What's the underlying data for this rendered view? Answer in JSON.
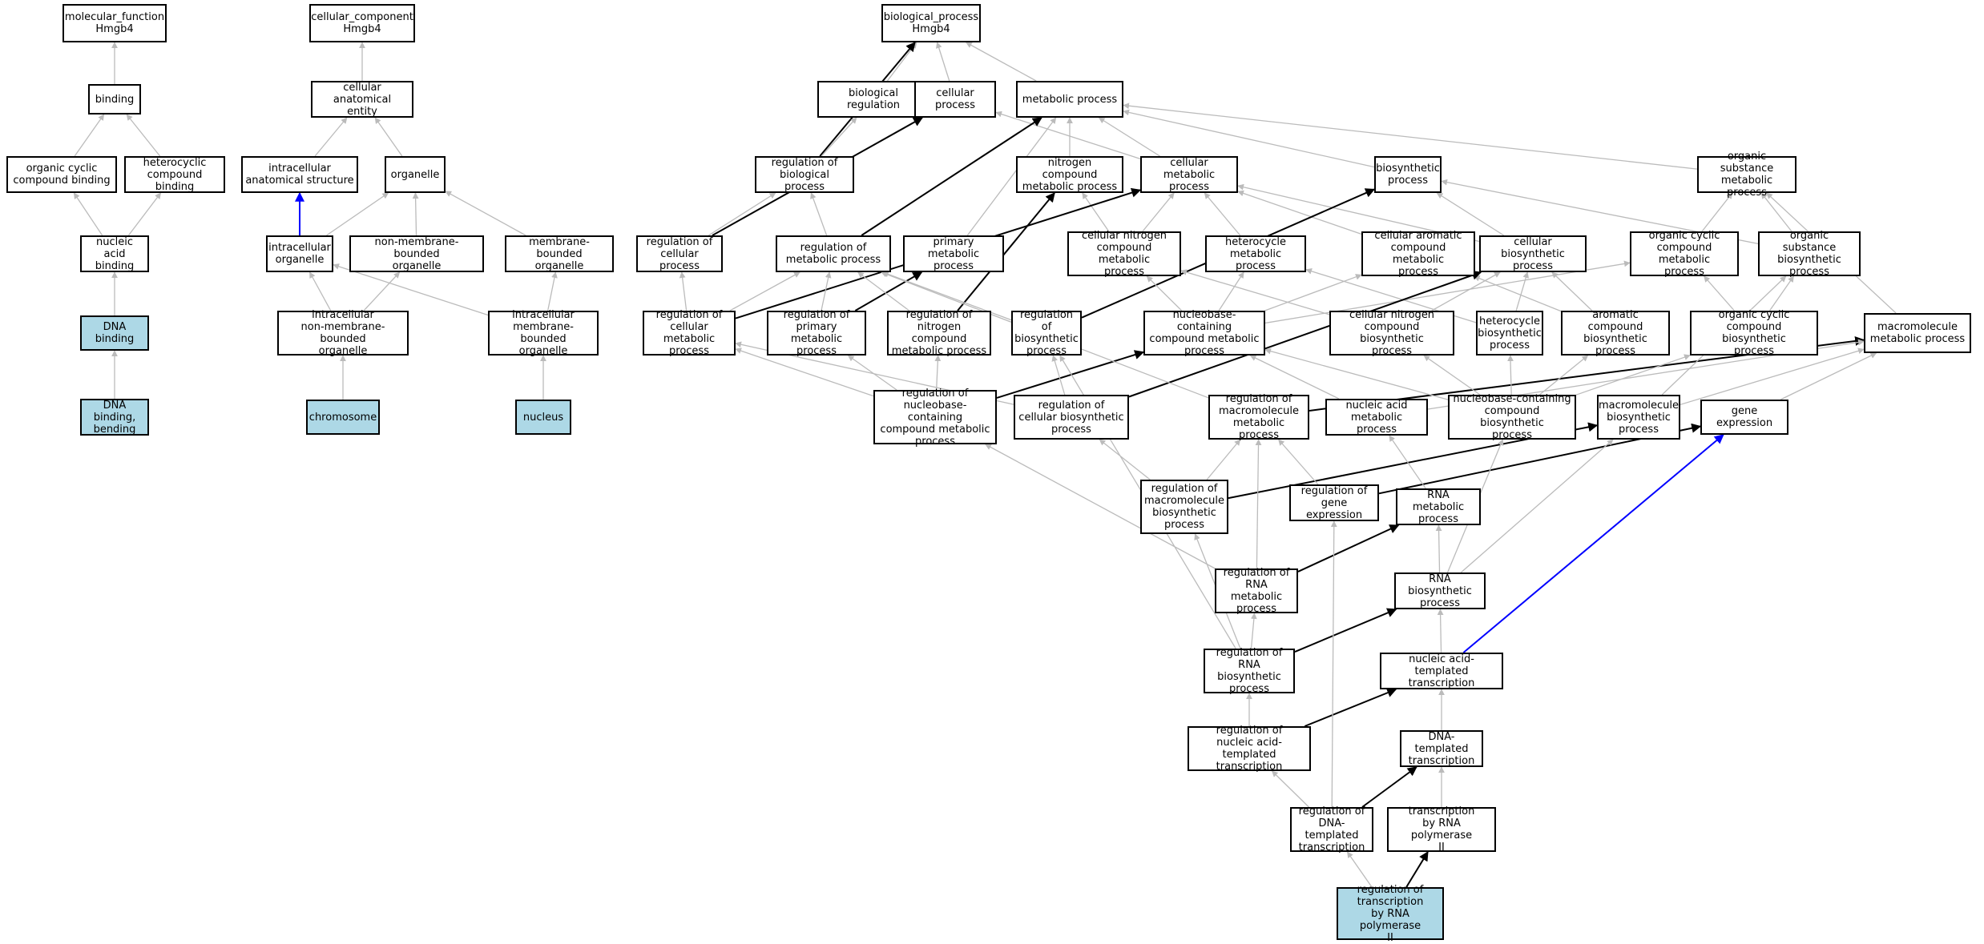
{
  "colors": {
    "grey_edge": "#bbbbbb",
    "highlight_edge": "#000000",
    "blue_edge": "#0000ff",
    "highlight_node_fill": "#add8e6"
  },
  "nodes": [
    {
      "id": "mf",
      "label": "molecular_function\nHmgb4",
      "highlight": false
    },
    {
      "id": "binding",
      "label": "binding",
      "highlight": false
    },
    {
      "id": "orgcyc_bind",
      "label": "organic cyclic\ncompound binding",
      "highlight": false
    },
    {
      "id": "hetcyc_bind",
      "label": "heterocyclic\ncompound binding",
      "highlight": false
    },
    {
      "id": "na_bind",
      "label": "nucleic acid\nbinding",
      "highlight": false
    },
    {
      "id": "dna_bind",
      "label": "DNA binding",
      "highlight": true
    },
    {
      "id": "dna_bend",
      "label": "DNA binding,\nbending",
      "highlight": true
    },
    {
      "id": "cc",
      "label": "cellular_component\nHmgb4",
      "highlight": false
    },
    {
      "id": "cae",
      "label": "cellular anatomical\nentity",
      "highlight": false
    },
    {
      "id": "ias",
      "label": "intracellular\nanatomical structure",
      "highlight": false
    },
    {
      "id": "organelle",
      "label": "organelle",
      "highlight": false
    },
    {
      "id": "io",
      "label": "intracellular\norganelle",
      "highlight": false
    },
    {
      "id": "nmbo",
      "label": "non-membrane-bounded\norganelle",
      "highlight": false
    },
    {
      "id": "mbo",
      "label": "membrane-bounded\norganelle",
      "highlight": false
    },
    {
      "id": "inmbo",
      "label": "intracellular\nnon-membrane-bounded\norganelle",
      "highlight": false
    },
    {
      "id": "imbo",
      "label": "intracellular\nmembrane-bounded\norganelle",
      "highlight": false
    },
    {
      "id": "chromosome",
      "label": "chromosome",
      "highlight": true
    },
    {
      "id": "nucleus",
      "label": "nucleus",
      "highlight": true
    },
    {
      "id": "bp",
      "label": "biological_process\nHmgb4",
      "highlight": false
    },
    {
      "id": "bioreg",
      "label": "biological regulation",
      "highlight": false
    },
    {
      "id": "cellproc",
      "label": "cellular process",
      "highlight": false
    },
    {
      "id": "metproc",
      "label": "metabolic process",
      "highlight": false
    },
    {
      "id": "reg_bioproc",
      "label": "regulation of\nbiological process",
      "highlight": false
    },
    {
      "id": "ncmp",
      "label": "nitrogen compound\nmetabolic process",
      "highlight": false
    },
    {
      "id": "cmp",
      "label": "cellular metabolic\nprocess",
      "highlight": false
    },
    {
      "id": "biosyn",
      "label": "biosynthetic\nprocess",
      "highlight": false
    },
    {
      "id": "osmp",
      "label": "organic substance\nmetabolic process",
      "highlight": false
    },
    {
      "id": "reg_cellproc",
      "label": "regulation of\ncellular process",
      "highlight": false
    },
    {
      "id": "reg_metproc",
      "label": "regulation of\nmetabolic process",
      "highlight": false
    },
    {
      "id": "pmp",
      "label": "primary metabolic\nprocess",
      "highlight": false
    },
    {
      "id": "cncmp",
      "label": "cellular nitrogen\ncompound metabolic\nprocess",
      "highlight": false
    },
    {
      "id": "hmp",
      "label": "heterocycle\nmetabolic process",
      "highlight": false
    },
    {
      "id": "cacmp",
      "label": "cellular aromatic\ncompound metabolic\nprocess",
      "highlight": false
    },
    {
      "id": "cbp",
      "label": "cellular biosynthetic\nprocess",
      "highlight": false
    },
    {
      "id": "occmp",
      "label": "organic cyclic\ncompound metabolic\nprocess",
      "highlight": false
    },
    {
      "id": "osbp",
      "label": "organic substance\nbiosynthetic\nprocess",
      "highlight": false
    },
    {
      "id": "reg_cmp",
      "label": "regulation of\ncellular metabolic\nprocess",
      "highlight": false
    },
    {
      "id": "reg_pmp",
      "label": "regulation of\nprimary metabolic\nprocess",
      "highlight": false
    },
    {
      "id": "reg_ncmp",
      "label": "regulation of\nnitrogen compound\nmetabolic process",
      "highlight": false
    },
    {
      "id": "reg_biosyn",
      "label": "regulation of\nbiosynthetic\nprocess",
      "highlight": false
    },
    {
      "id": "nbcmp",
      "label": "nucleobase-containing\ncompound metabolic\nprocess",
      "highlight": false
    },
    {
      "id": "cncbp",
      "label": "cellular nitrogen\ncompound biosynthetic\nprocess",
      "highlight": false
    },
    {
      "id": "hbp",
      "label": "heterocycle\nbiosynthetic\nprocess",
      "highlight": false
    },
    {
      "id": "acbp",
      "label": "aromatic compound\nbiosynthetic\nprocess",
      "highlight": false
    },
    {
      "id": "occbp",
      "label": "organic cyclic\ncompound biosynthetic\nprocess",
      "highlight": false
    },
    {
      "id": "mmp",
      "label": "macromolecule\nmetabolic process",
      "highlight": false
    },
    {
      "id": "reg_nbcmp",
      "label": "regulation of\nnucleobase-containing\ncompound metabolic\nprocess",
      "highlight": false
    },
    {
      "id": "reg_cbp",
      "label": "regulation of\ncellular biosynthetic\nprocess",
      "highlight": false
    },
    {
      "id": "reg_mmp",
      "label": "regulation of\nmacromolecule\nmetabolic process",
      "highlight": false
    },
    {
      "id": "namp",
      "label": "nucleic acid\nmetabolic process",
      "highlight": false
    },
    {
      "id": "nbcbp",
      "label": "nucleobase-containing\ncompound biosynthetic\nprocess",
      "highlight": false
    },
    {
      "id": "mbp",
      "label": "macromolecule\nbiosynthetic\nprocess",
      "highlight": false
    },
    {
      "id": "geneexp",
      "label": "gene expression",
      "highlight": false
    },
    {
      "id": "reg_mbp",
      "label": "regulation of\nmacromolecule\nbiosynthetic\nprocess",
      "highlight": false
    },
    {
      "id": "reg_geneexp",
      "label": "regulation of\ngene expression",
      "highlight": false
    },
    {
      "id": "rnamp",
      "label": "RNA metabolic\nprocess",
      "highlight": false
    },
    {
      "id": "reg_rnamp",
      "label": "regulation of\nRNA metabolic\nprocess",
      "highlight": false
    },
    {
      "id": "rnabp",
      "label": "RNA biosynthetic\nprocess",
      "highlight": false
    },
    {
      "id": "reg_rnabp",
      "label": "regulation of\nRNA biosynthetic\nprocess",
      "highlight": false
    },
    {
      "id": "natt",
      "label": "nucleic acid-templated\ntranscription",
      "highlight": false
    },
    {
      "id": "reg_natt",
      "label": "regulation of\nnucleic acid-templated\ntranscription",
      "highlight": false
    },
    {
      "id": "dnatt",
      "label": "DNA-templated\ntranscription",
      "highlight": false
    },
    {
      "id": "reg_dnatt",
      "label": "regulation of\nDNA-templated\ntranscription",
      "highlight": false
    },
    {
      "id": "trnapol",
      "label": "transcription\nby RNA polymerase\nII",
      "highlight": false
    },
    {
      "id": "reg_trnapol",
      "label": "regulation of\ntranscription\nby RNA polymerase\nII",
      "highlight": true
    }
  ],
  "edges": [
    {
      "from": "binding",
      "to": "mf",
      "style": "grey"
    },
    {
      "from": "orgcyc_bind",
      "to": "binding",
      "style": "grey"
    },
    {
      "from": "hetcyc_bind",
      "to": "binding",
      "style": "grey"
    },
    {
      "from": "na_bind",
      "to": "orgcyc_bind",
      "style": "grey"
    },
    {
      "from": "na_bind",
      "to": "hetcyc_bind",
      "style": "grey"
    },
    {
      "from": "dna_bind",
      "to": "na_bind",
      "style": "grey"
    },
    {
      "from": "dna_bend",
      "to": "dna_bind",
      "style": "grey"
    },
    {
      "from": "cae",
      "to": "cc",
      "style": "grey"
    },
    {
      "from": "ias",
      "to": "cae",
      "style": "grey"
    },
    {
      "from": "organelle",
      "to": "cae",
      "style": "grey"
    },
    {
      "from": "io",
      "to": "ias",
      "style": "blue"
    },
    {
      "from": "io",
      "to": "organelle",
      "style": "grey"
    },
    {
      "from": "nmbo",
      "to": "organelle",
      "style": "grey"
    },
    {
      "from": "mbo",
      "to": "organelle",
      "style": "grey"
    },
    {
      "from": "inmbo",
      "to": "io",
      "style": "grey"
    },
    {
      "from": "inmbo",
      "to": "nmbo",
      "style": "grey"
    },
    {
      "from": "imbo",
      "to": "io",
      "style": "grey"
    },
    {
      "from": "imbo",
      "to": "mbo",
      "style": "grey"
    },
    {
      "from": "chromosome",
      "to": "inmbo",
      "style": "grey"
    },
    {
      "from": "nucleus",
      "to": "imbo",
      "style": "grey"
    },
    {
      "from": "bioreg",
      "to": "bp",
      "style": "grey"
    },
    {
      "from": "cellproc",
      "to": "bp",
      "style": "grey"
    },
    {
      "from": "metproc",
      "to": "bp",
      "style": "grey"
    },
    {
      "from": "reg_bioproc",
      "to": "bp",
      "style": "black"
    },
    {
      "from": "reg_bioproc",
      "to": "bioreg",
      "style": "grey"
    },
    {
      "from": "ncmp",
      "to": "metproc",
      "style": "grey"
    },
    {
      "from": "cmp",
      "to": "metproc",
      "style": "grey"
    },
    {
      "from": "cmp",
      "to": "cellproc",
      "style": "grey"
    },
    {
      "from": "biosyn",
      "to": "metproc",
      "style": "grey"
    },
    {
      "from": "osmp",
      "to": "metproc",
      "style": "grey"
    },
    {
      "from": "reg_cellproc",
      "to": "reg_bioproc",
      "style": "grey"
    },
    {
      "from": "reg_cellproc",
      "to": "cellproc",
      "style": "black"
    },
    {
      "from": "reg_metproc",
      "to": "reg_bioproc",
      "style": "grey"
    },
    {
      "from": "reg_metproc",
      "to": "metproc",
      "style": "black"
    },
    {
      "from": "pmp",
      "to": "metproc",
      "style": "grey"
    },
    {
      "from": "cncmp",
      "to": "ncmp",
      "style": "grey"
    },
    {
      "from": "cncmp",
      "to": "cmp",
      "style": "grey"
    },
    {
      "from": "hmp",
      "to": "cmp",
      "style": "grey"
    },
    {
      "from": "cacmp",
      "to": "cmp",
      "style": "grey"
    },
    {
      "from": "cbp",
      "to": "cmp",
      "style": "grey"
    },
    {
      "from": "cbp",
      "to": "biosyn",
      "style": "grey"
    },
    {
      "from": "occmp",
      "to": "osmp",
      "style": "grey"
    },
    {
      "from": "osbp",
      "to": "osmp",
      "style": "grey"
    },
    {
      "from": "osbp",
      "to": "biosyn",
      "style": "grey"
    },
    {
      "from": "reg_cmp",
      "to": "reg_cellproc",
      "style": "grey"
    },
    {
      "from": "reg_cmp",
      "to": "reg_metproc",
      "style": "grey"
    },
    {
      "from": "reg_cmp",
      "to": "cmp",
      "style": "black"
    },
    {
      "from": "reg_pmp",
      "to": "reg_metproc",
      "style": "grey"
    },
    {
      "from": "reg_pmp",
      "to": "pmp",
      "style": "black"
    },
    {
      "from": "reg_ncmp",
      "to": "reg_metproc",
      "style": "grey"
    },
    {
      "from": "reg_ncmp",
      "to": "ncmp",
      "style": "black"
    },
    {
      "from": "reg_biosyn",
      "to": "reg_metproc",
      "style": "grey"
    },
    {
      "from": "reg_biosyn",
      "to": "biosyn",
      "style": "black"
    },
    {
      "from": "nbcmp",
      "to": "cncmp",
      "style": "grey"
    },
    {
      "from": "nbcmp",
      "to": "hmp",
      "style": "grey"
    },
    {
      "from": "nbcmp",
      "to": "cacmp",
      "style": "grey"
    },
    {
      "from": "nbcmp",
      "to": "occmp",
      "style": "grey"
    },
    {
      "from": "cncbp",
      "to": "cncmp",
      "style": "grey"
    },
    {
      "from": "cncbp",
      "to": "cbp",
      "style": "grey"
    },
    {
      "from": "hbp",
      "to": "hmp",
      "style": "grey"
    },
    {
      "from": "hbp",
      "to": "cbp",
      "style": "grey"
    },
    {
      "from": "acbp",
      "to": "cacmp",
      "style": "grey"
    },
    {
      "from": "acbp",
      "to": "cbp",
      "style": "grey"
    },
    {
      "from": "occbp",
      "to": "occmp",
      "style": "grey"
    },
    {
      "from": "occbp",
      "to": "osbp",
      "style": "grey"
    },
    {
      "from": "mmp",
      "to": "osmp",
      "style": "grey"
    },
    {
      "from": "reg_nbcmp",
      "to": "reg_cmp",
      "style": "grey"
    },
    {
      "from": "reg_nbcmp",
      "to": "reg_pmp",
      "style": "grey"
    },
    {
      "from": "reg_nbcmp",
      "to": "reg_ncmp",
      "style": "grey"
    },
    {
      "from": "reg_nbcmp",
      "to": "nbcmp",
      "style": "black"
    },
    {
      "from": "reg_cbp",
      "to": "reg_cmp",
      "style": "grey"
    },
    {
      "from": "reg_cbp",
      "to": "reg_biosyn",
      "style": "grey"
    },
    {
      "from": "reg_cbp",
      "to": "cbp",
      "style": "black"
    },
    {
      "from": "reg_mmp",
      "to": "reg_metproc",
      "style": "grey"
    },
    {
      "from": "reg_mmp",
      "to": "mmp",
      "style": "black"
    },
    {
      "from": "namp",
      "to": "nbcmp",
      "style": "grey"
    },
    {
      "from": "namp",
      "to": "mmp",
      "style": "grey"
    },
    {
      "from": "nbcbp",
      "to": "nbcmp",
      "style": "grey"
    },
    {
      "from": "nbcbp",
      "to": "cncbp",
      "style": "grey"
    },
    {
      "from": "nbcbp",
      "to": "hbp",
      "style": "grey"
    },
    {
      "from": "nbcbp",
      "to": "acbp",
      "style": "grey"
    },
    {
      "from": "nbcbp",
      "to": "occbp",
      "style": "grey"
    },
    {
      "from": "mbp",
      "to": "mmp",
      "style": "grey"
    },
    {
      "from": "mbp",
      "to": "osbp",
      "style": "grey"
    },
    {
      "from": "geneexp",
      "to": "mmp",
      "style": "grey"
    },
    {
      "from": "reg_mbp",
      "to": "reg_mmp",
      "style": "grey"
    },
    {
      "from": "reg_mbp",
      "to": "reg_cbp",
      "style": "grey"
    },
    {
      "from": "reg_mbp",
      "to": "mbp",
      "style": "black"
    },
    {
      "from": "reg_geneexp",
      "to": "reg_mmp",
      "style": "grey"
    },
    {
      "from": "reg_geneexp",
      "to": "geneexp",
      "style": "black"
    },
    {
      "from": "rnamp",
      "to": "namp",
      "style": "grey"
    },
    {
      "from": "reg_rnamp",
      "to": "reg_nbcmp",
      "style": "grey"
    },
    {
      "from": "reg_rnamp",
      "to": "reg_mmp",
      "style": "grey"
    },
    {
      "from": "reg_rnamp",
      "to": "rnamp",
      "style": "black"
    },
    {
      "from": "rnabp",
      "to": "rnamp",
      "style": "grey"
    },
    {
      "from": "rnabp",
      "to": "nbcbp",
      "style": "grey"
    },
    {
      "from": "rnabp",
      "to": "mbp",
      "style": "grey"
    },
    {
      "from": "reg_rnabp",
      "to": "reg_rnamp",
      "style": "grey"
    },
    {
      "from": "reg_rnabp",
      "to": "reg_mbp",
      "style": "grey"
    },
    {
      "from": "reg_rnabp",
      "to": "reg_biosyn",
      "style": "grey"
    },
    {
      "from": "reg_rnabp",
      "to": "rnabp",
      "style": "black"
    },
    {
      "from": "natt",
      "to": "rnabp",
      "style": "grey"
    },
    {
      "from": "natt",
      "to": "geneexp",
      "style": "blue"
    },
    {
      "from": "reg_natt",
      "to": "reg_rnabp",
      "style": "grey"
    },
    {
      "from": "reg_natt",
      "to": "natt",
      "style": "black"
    },
    {
      "from": "dnatt",
      "to": "natt",
      "style": "grey"
    },
    {
      "from": "reg_dnatt",
      "to": "reg_natt",
      "style": "grey"
    },
    {
      "from": "reg_dnatt",
      "to": "dnatt",
      "style": "black"
    },
    {
      "from": "reg_dnatt",
      "to": "reg_geneexp",
      "style": "grey"
    },
    {
      "from": "trnapol",
      "to": "dnatt",
      "style": "grey"
    },
    {
      "from": "reg_trnapol",
      "to": "reg_dnatt",
      "style": "grey"
    },
    {
      "from": "reg_trnapol",
      "to": "trnapol",
      "style": "black"
    }
  ]
}
